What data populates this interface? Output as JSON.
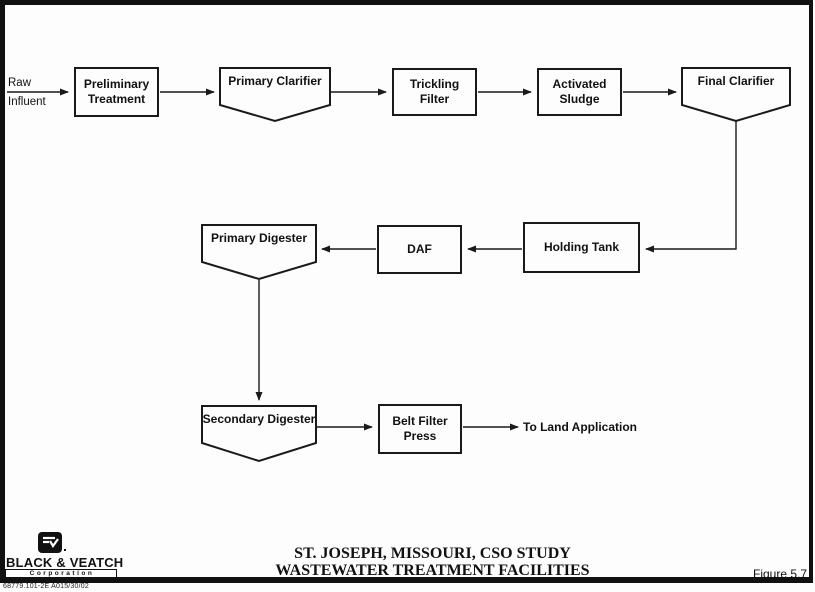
{
  "page": {
    "background": "#fdfdfd",
    "line_color": "#1a1a1a"
  },
  "diagram": {
    "source_label": "Raw\nInfluent",
    "output_label": "To Land Application",
    "nodes": [
      {
        "id": "preliminary-treatment",
        "label": "Preliminary Treatment",
        "shape": "rect"
      },
      {
        "id": "primary-clarifier",
        "label": "Primary Clarifier",
        "shape": "clarifier"
      },
      {
        "id": "trickling-filter",
        "label": "Trickling Filter",
        "shape": "rect"
      },
      {
        "id": "activated-sludge",
        "label": "Activated Sludge",
        "shape": "rect"
      },
      {
        "id": "final-clarifier",
        "label": "Final Clarifier",
        "shape": "clarifier"
      },
      {
        "id": "holding-tank",
        "label": "Holding Tank",
        "shape": "rect"
      },
      {
        "id": "daf",
        "label": "DAF",
        "shape": "rect"
      },
      {
        "id": "primary-digester",
        "label": "Primary Digester",
        "shape": "digester"
      },
      {
        "id": "secondary-digester",
        "label": "Secondary Digester",
        "shape": "digester"
      },
      {
        "id": "belt-filter-press",
        "label": "Belt Filter Press",
        "shape": "rect"
      }
    ],
    "flows": [
      {
        "from": "raw-influent",
        "to": "preliminary-treatment"
      },
      {
        "from": "preliminary-treatment",
        "to": "primary-clarifier"
      },
      {
        "from": "primary-clarifier",
        "to": "trickling-filter"
      },
      {
        "from": "trickling-filter",
        "to": "activated-sludge"
      },
      {
        "from": "activated-sludge",
        "to": "final-clarifier"
      },
      {
        "from": "final-clarifier",
        "to": "holding-tank"
      },
      {
        "from": "holding-tank",
        "to": "daf"
      },
      {
        "from": "daf",
        "to": "primary-digester"
      },
      {
        "from": "primary-digester",
        "to": "secondary-digester"
      },
      {
        "from": "secondary-digester",
        "to": "belt-filter-press"
      },
      {
        "from": "belt-filter-press",
        "to": "land-application"
      }
    ]
  },
  "footer": {
    "logo": {
      "company": "BLACK & VEATCH",
      "subtitle": "Corporation"
    },
    "title_line1": "ST. JOSEPH, MISSOURI, CSO STUDY",
    "title_line2": "WASTEWATER TREATMENT FACILITIES",
    "figure_label": "Figure 5.7",
    "drawing_number": "68779.101-2E A015/30/02"
  }
}
